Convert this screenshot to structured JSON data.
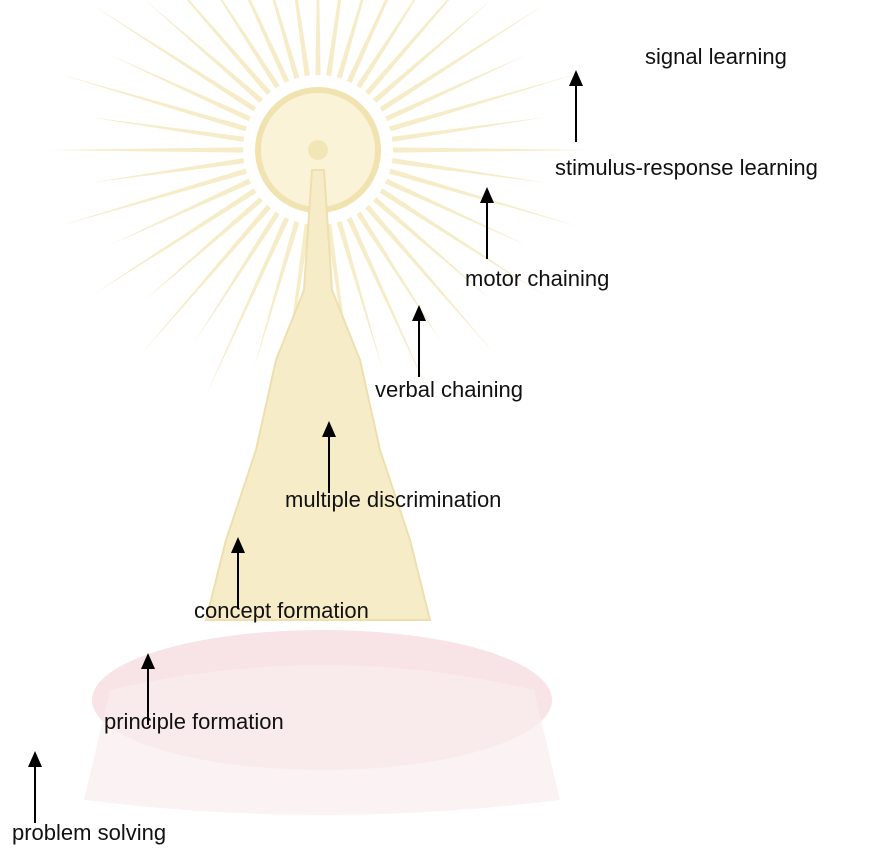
{
  "diagram": {
    "levels": [
      {
        "label": "signal learning"
      },
      {
        "label": "stimulus-response learning"
      },
      {
        "label": "motor chaining"
      },
      {
        "label": "verbal chaining"
      },
      {
        "label": "multiple discrimination"
      },
      {
        "label": "concept formation"
      },
      {
        "label": "principle formation"
      },
      {
        "label": "problem solving"
      }
    ]
  },
  "colors": {
    "text": "#111111",
    "arrow": "#000000",
    "watermark_gold": "#f3e6b6",
    "watermark_pink": "#f6dcdf"
  }
}
